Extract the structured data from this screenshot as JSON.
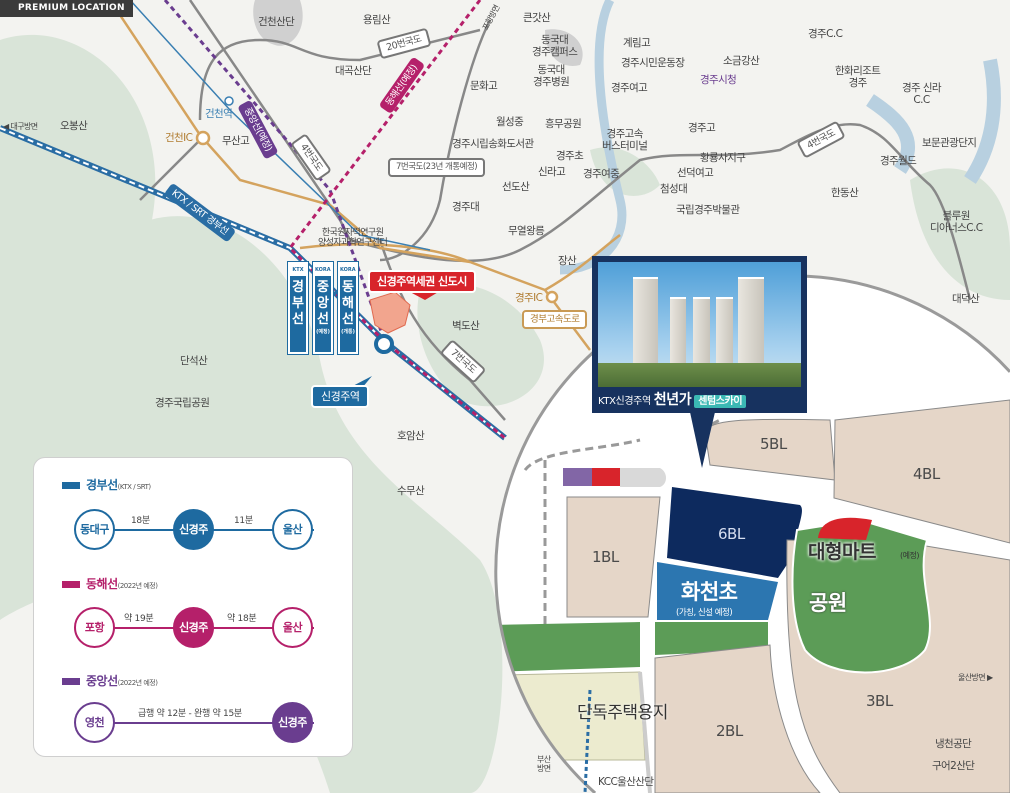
{
  "header": {
    "title": "PREMIUM LOCATION"
  },
  "map": {
    "labels": [
      "건천산단",
      "용림산",
      "대곡산단",
      "큰갓산",
      "동국대\n경주캠퍼스",
      "동국대\n경주병원",
      "계림고",
      "경주시민운동장",
      "소금강산",
      "경주시청",
      "경주여고",
      "경주C.C",
      "한화리조트\n경주",
      "경주 신라\nC.C",
      "문화고",
      "건천역",
      "오봉산",
      "◀ 대구방면",
      "건천IC",
      "무산고",
      "월성중",
      "흥무공원",
      "경주시립송화도서관",
      "경주초",
      "신라고",
      "경주여중",
      "경주고속\n버스터미널",
      "경주고",
      "황룡사지구",
      "선덕여고",
      "첨성대",
      "국립경주박물관",
      "보문관광단지",
      "경주월드",
      "한동산",
      "블루원\n디아너스C.C",
      "선도산",
      "경주대",
      "무열왕릉",
      "장산",
      "한국원자력연구원\n양성자과학연구센터",
      "경주IC",
      "벽도산",
      "단석산",
      "경주국립공원",
      "호암산",
      "수무산",
      "대덕산",
      "울산방면 ▶",
      "냉천공단",
      "구어2산단",
      "KCC울산산단",
      "부산\n방면",
      "포항방면"
    ],
    "badges": {
      "route20": "20번국도",
      "route4a": "4번국도",
      "route4b": "4번국도",
      "route7new": "7번국도(23년 개통예정)",
      "route7": "7번국도",
      "expressway": "경부고속도로",
      "ktx": "KTX / SRT 경부선",
      "jungang": "중앙선(예정)",
      "donghae": "동해선(예정)",
      "station": "신경주역",
      "newtown": "신경주역세권 신도시"
    },
    "pillars": [
      {
        "name": "경\n부\n선",
        "logo": "KTX SRT",
        "sub": ""
      },
      {
        "name": "중\n앙\n선",
        "logo": "KORAIL",
        "sub": "(예정)"
      },
      {
        "name": "동\n해\n선",
        "logo": "KORAIL",
        "sub": "(개통)"
      }
    ]
  },
  "callout": {
    "prefix": "KTX신경주역",
    "name": "천년가",
    "brand": "센텀스카이"
  },
  "site": {
    "blocks": [
      "5BL",
      "4BL",
      "6BL",
      "1BL",
      "3BL",
      "2BL"
    ],
    "school": "화천초",
    "school_note": "(가칭, 신설 예정)",
    "mart": "대형마트",
    "mart_note": "(예정)",
    "park": "공원",
    "housing": "단독주택용지"
  },
  "legend": {
    "lines": [
      {
        "name": "경부선",
        "note": "(KTX / SRT)",
        "color": "#1e6aa0",
        "stations": [
          "동대구",
          "신경주",
          "울산"
        ],
        "times": [
          "18분",
          "11분"
        ]
      },
      {
        "name": "동해선",
        "note": "(2022년 예정)",
        "color": "#b5206a",
        "stations": [
          "포항",
          "신경주",
          "울산"
        ],
        "times": [
          "약 19분",
          "약 18분"
        ]
      },
      {
        "name": "중앙선",
        "note": "(2022년 예정)",
        "color": "#6a3d8f",
        "stations": [
          "영천",
          "신경주"
        ],
        "times": [
          "급행 약 12분 - 완행 약 15분"
        ]
      }
    ]
  }
}
